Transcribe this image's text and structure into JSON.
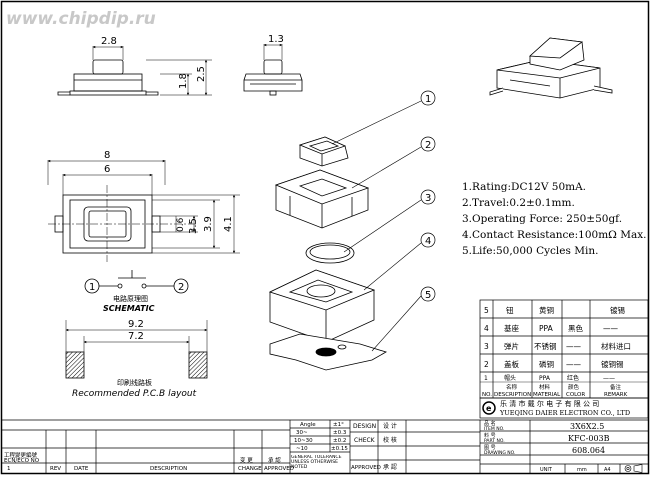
{
  "watermark": "www.chipdip.ru",
  "dims": {
    "top_width": "2.8",
    "top_h1": "1.8",
    "top_h2": "2.5",
    "side_width": "1.3",
    "plan_w1": "8",
    "plan_w2": "6",
    "plan_d1": "0.6",
    "plan_h1": "3.5",
    "plan_h2": "3.9",
    "plan_h3": "4.1",
    "pcb_w1": "9.2",
    "pcb_w2": "7.2"
  },
  "callouts": [
    "1",
    "2",
    "3",
    "4",
    "5"
  ],
  "schematic": {
    "label_cn": "电路原理图",
    "label_en": "SCHEMATIC",
    "pin1": "1",
    "pin2": "2"
  },
  "pcb": {
    "label_cn": "印刷线路板",
    "label_en": "Recommended P.C.B layout"
  },
  "specs": [
    "1.Rating:DC12V 50mA.",
    "2.Travel:0.2±0.1mm.",
    "3.Operating Force: 250±50gf.",
    "4.Contact Resistance:100mΩ Max.",
    "5.Life:50,000 Cycles Min."
  ],
  "bom": {
    "rows": [
      {
        "no": "5",
        "desc": "钮",
        "mat": "黄铜",
        "color": "",
        "remark": "镀锡"
      },
      {
        "no": "4",
        "desc": "基座",
        "mat": "PPA",
        "color": "黑色",
        "remark": "——"
      },
      {
        "no": "3",
        "desc": "弹片",
        "mat": "不锈钢",
        "color": "——",
        "remark": "材料进口"
      },
      {
        "no": "2",
        "desc": "盖板",
        "mat": "磷铜",
        "color": "——",
        "remark": "镀铜锡"
      },
      {
        "no": "1",
        "desc": "帽头",
        "mat": "PPA",
        "color": "红色",
        "remark": "——"
      }
    ],
    "header": {
      "no": "NO.",
      "desc_cn": "名称",
      "desc": "DESCRIPTION",
      "mat_cn": "材料",
      "mat": "MATERIAL",
      "color_cn": "颜色",
      "color": "COLOR",
      "remark_cn": "备注",
      "remark": "REMARK"
    }
  },
  "company": {
    "cn": "乐 清 市 戴 尔 电 子 有 限 公 司",
    "en": "YUEQING DAIER ELECTRON CO., LTD"
  },
  "title_block": {
    "item_cn": "品 名",
    "item_en": "ITEM NO.",
    "item_value": "3X6X2.5",
    "part_cn": "料 号",
    "part_en": "PART NO.",
    "part_value": "KFC-003B",
    "drawing_cn": "图 号",
    "drawing_en": "DRAWING NO.",
    "drawing_value": "608.064",
    "design_label": "DESIGN",
    "design_cn": "设 计",
    "check_label": "CHECK",
    "check_cn": "校 核",
    "approved_label": "APPROVED",
    "approved_cn": "承 認",
    "unit_label": "UNIT",
    "unit_value": "mm",
    "size_value": "A4",
    "angle_label": "Angle",
    "tol_rows": [
      {
        "range": "30~",
        "tol": "±0.3"
      },
      {
        "range": "10~30",
        "tol": "±0.2"
      },
      {
        "range": "~10",
        "tol": "±0.15"
      }
    ],
    "general_tol": "GENERAL TOLERANCE UNLESS OTHERWISE NOTED",
    "sign_cn": "承 認",
    "sign_en": "APPROVED",
    "change_cn": "变 更",
    "change_en": "CHANGE",
    "rev_cn": "工程變更編號",
    "rev_en": "ECN/ECO NO",
    "rev_no": "REV",
    "date_en": "DATE",
    "desc_en": "DESCRIPTION",
    "sheet_no": "1"
  }
}
